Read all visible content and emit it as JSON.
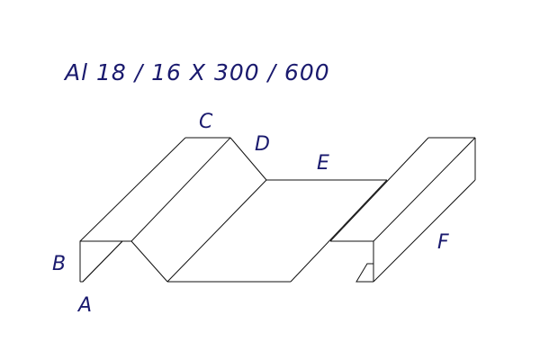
{
  "title": "Al 18 / 16 X 300 / 600",
  "labels": {
    "a": "A",
    "b": "B",
    "c": "C",
    "d": "D",
    "e": "E",
    "f": "F"
  },
  "colors": {
    "text": "#1a1a6e",
    "lines": "#111111",
    "background": "#ffffff"
  }
}
